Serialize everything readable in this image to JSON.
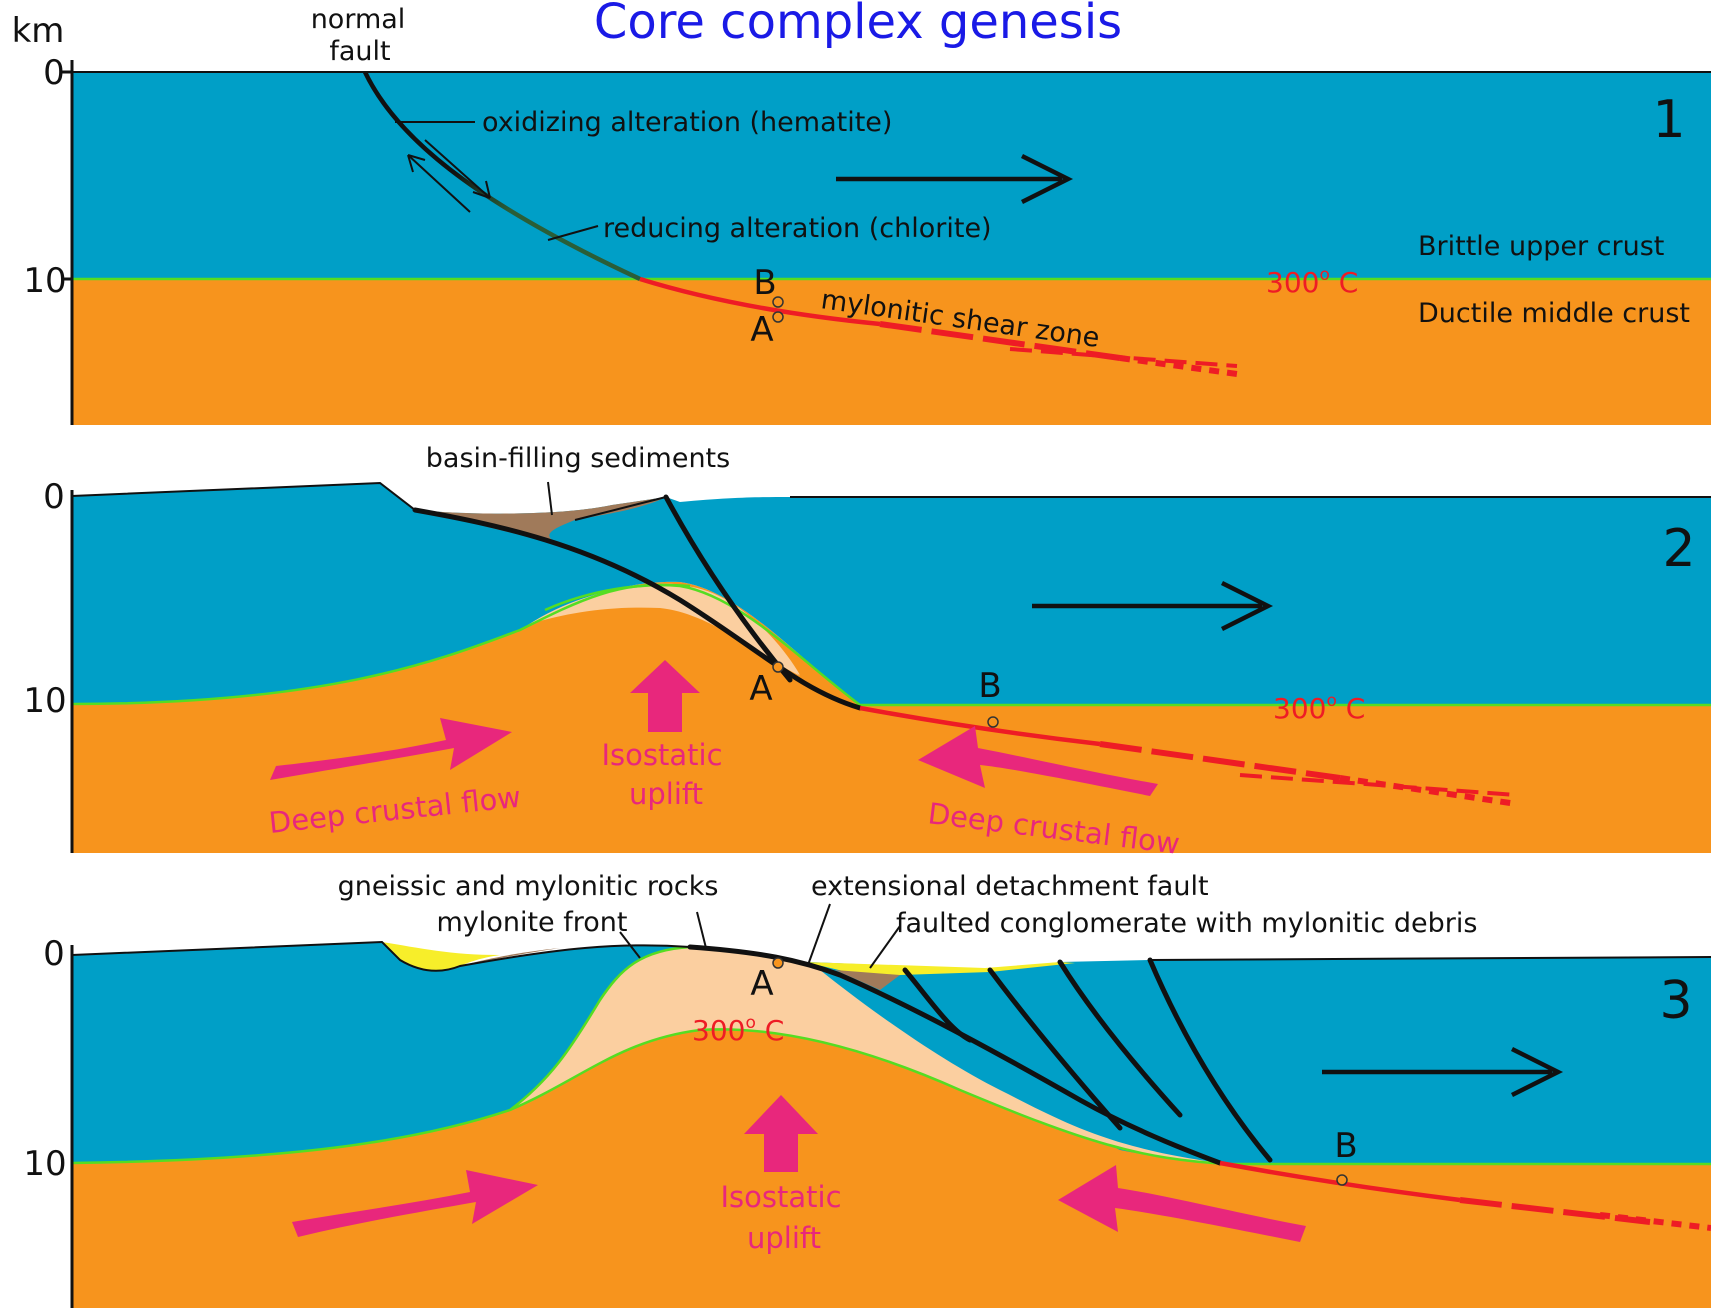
{
  "title": "Core complex genesis",
  "axis_unit": "km",
  "colors": {
    "upper_crust": "#009fc7",
    "middle_crust": "#f7941d",
    "mylonitic_rocks": "#fbcfa0",
    "sediment": "#a07a5a",
    "conglomerate": "#f7ee2a",
    "shear_zone": "#ee1c25",
    "flow_arrows": "#e8277c",
    "isotherm": "#55dd22"
  },
  "panel1": {
    "number": "1",
    "depth_ticks": [
      "0",
      "10"
    ],
    "normal_fault_line1": "normal",
    "normal_fault_line2": "fault",
    "oxidizing": "oxidizing alteration (hematite)",
    "reducing": "reducing alteration (chlorite)",
    "shear_zone": "mylonitic shear zone",
    "isotherm": "300",
    "isotherm_unit": " C",
    "brittle": "Brittle upper crust",
    "ductile": "Ductile middle crust",
    "point_a": "A",
    "point_b": "B"
  },
  "panel2": {
    "number": "2",
    "depth_ticks": [
      "0",
      "10"
    ],
    "basin": "basin-filling sediments",
    "isostatic_line1": "Isostatic",
    "isostatic_line2": "uplift",
    "flow_left": "Deep crustal flow",
    "flow_right": "Deep crustal flow",
    "isotherm": "300",
    "isotherm_unit": " C",
    "point_a": "A",
    "point_b": "B"
  },
  "panel3": {
    "number": "3",
    "depth_ticks": [
      "0",
      "10"
    ],
    "gneissic": "gneissic and mylonitic rocks",
    "mylonite_front": "mylonite front",
    "detachment": "extensional detachment fault",
    "conglomerate": "faulted conglomerate with mylonitic debris",
    "isotherm": "300",
    "isotherm_unit": " C",
    "isostatic_line1": "Isostatic",
    "isostatic_line2": "uplift",
    "point_a": "A",
    "point_b": "B"
  }
}
